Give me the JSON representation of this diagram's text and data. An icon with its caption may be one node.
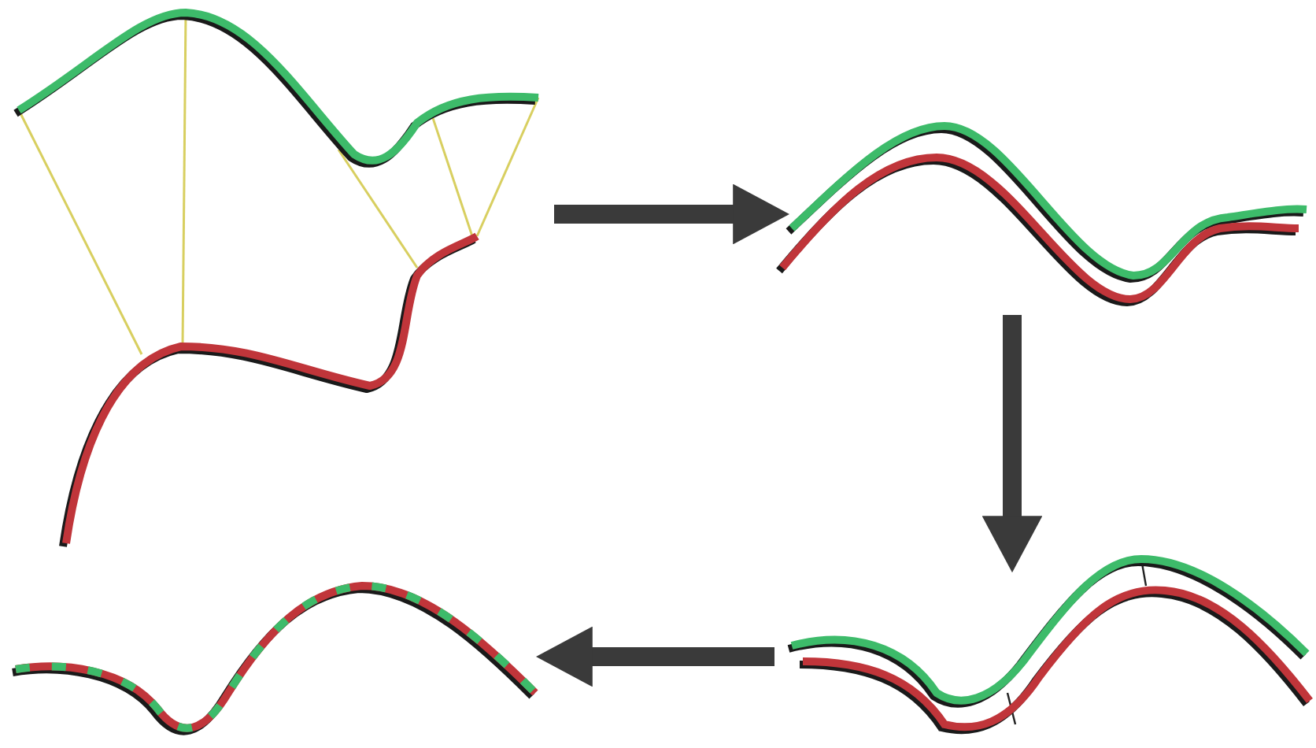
{
  "diagram": {
    "nodes": [
      {
        "text": [],
        "shape": "picture"
      },
      {
        "text": [],
        "shape": "picture"
      },
      {
        "text": [],
        "shape": "picture"
      },
      {
        "text": [],
        "shape": "picture"
      }
    ],
    "edges": [
      {
        "from": 0,
        "to": 1,
        "arrow": "to"
      },
      {
        "from": 1,
        "to": 2,
        "arrow": "to"
      },
      {
        "from": 2,
        "to": 3,
        "arrow": "to"
      }
    ]
  }
}
